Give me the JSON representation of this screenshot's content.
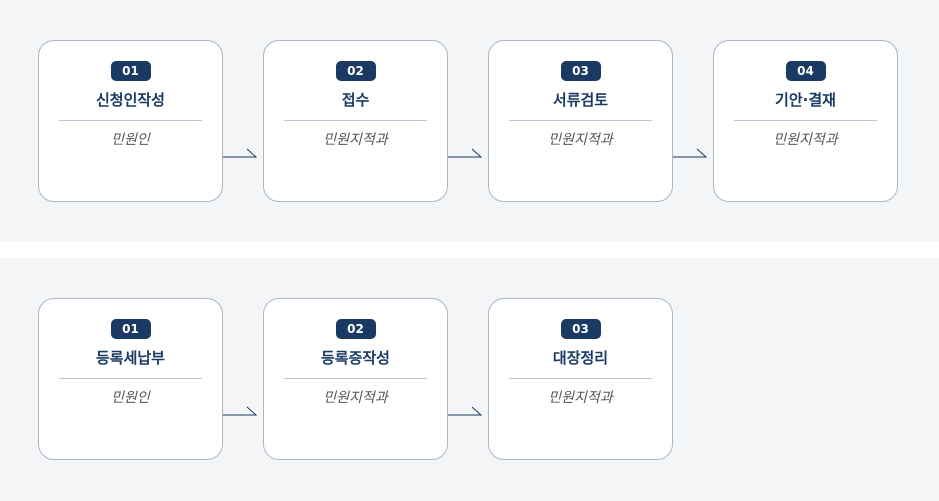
{
  "processes": [
    {
      "steps": [
        {
          "number": "01",
          "title": "신청인작성",
          "actor": "민원인"
        },
        {
          "number": "02",
          "title": "접수",
          "actor": "민원지적과"
        },
        {
          "number": "03",
          "title": "서류검토",
          "actor": "민원지적과"
        },
        {
          "number": "04",
          "title": "기안·결재",
          "actor": "민원지적과"
        }
      ]
    },
    {
      "steps": [
        {
          "number": "01",
          "title": "등록세납부",
          "actor": "민원인"
        },
        {
          "number": "02",
          "title": "등록증작성",
          "actor": "민원지적과"
        },
        {
          "number": "03",
          "title": "대장정리",
          "actor": "민원지적과"
        }
      ]
    }
  ],
  "colors": {
    "band_background": "#f3f5f7",
    "badge": "#1a3a63",
    "title": "#1a3a63",
    "card_border": "#a9b6c8",
    "arrow": "#1a3a63"
  }
}
